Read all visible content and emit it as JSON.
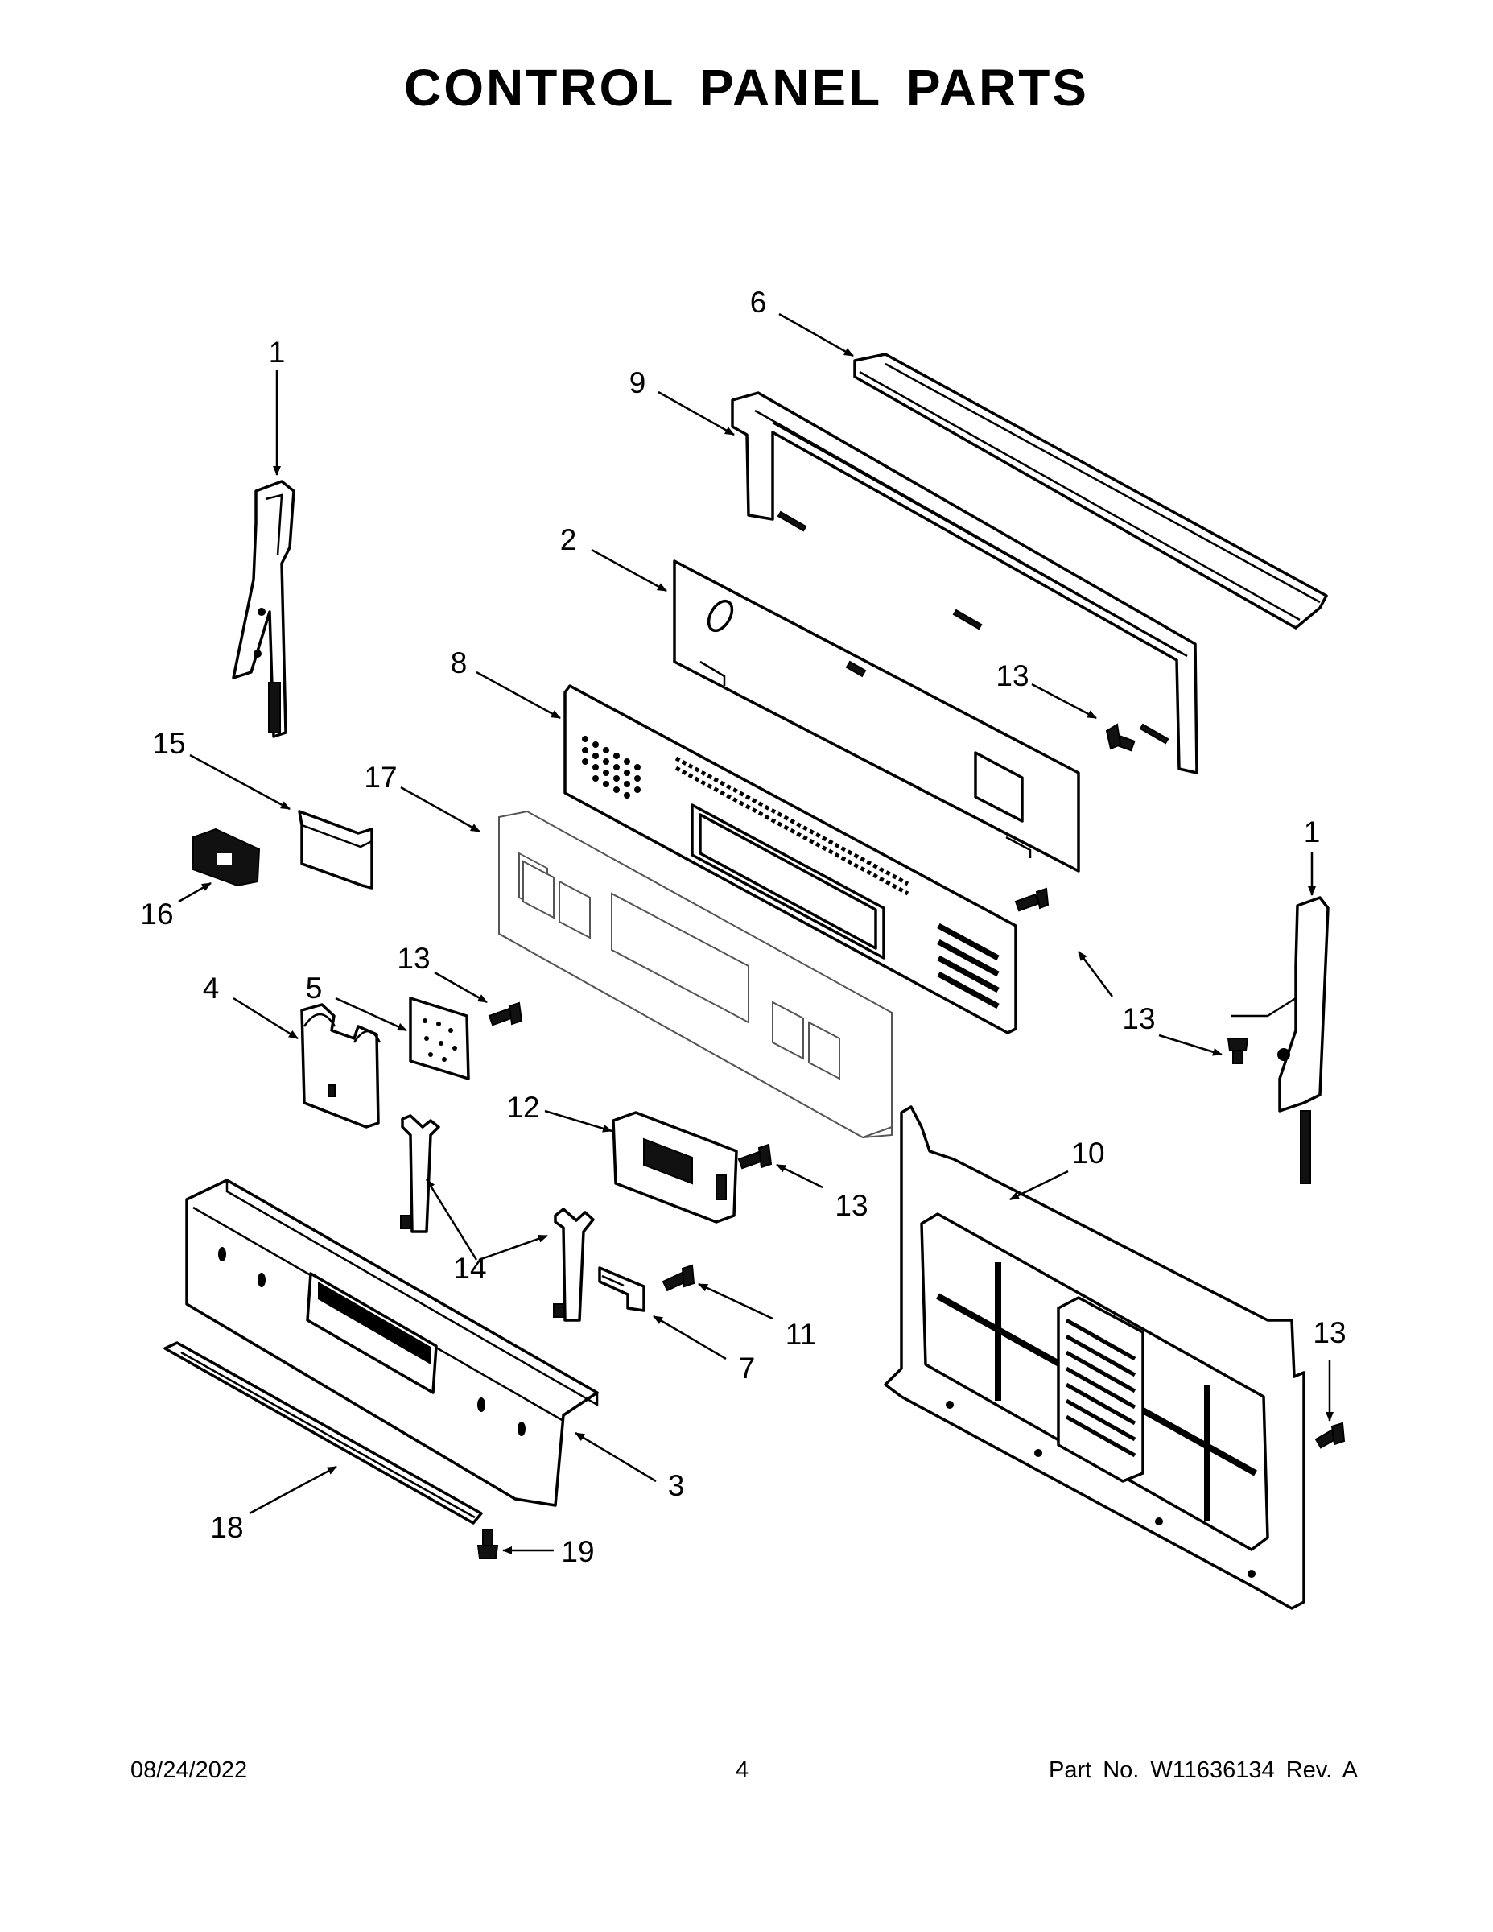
{
  "page": {
    "title": "CONTROL PANEL PARTS",
    "footer": {
      "date": "08/24/2022",
      "page_number": "4",
      "part_info": "Part No.  W11636134  Rev.  A"
    }
  },
  "callouts": [
    "1",
    "9",
    "6",
    "2",
    "8",
    "13",
    "15",
    "17",
    "16",
    "13",
    "5",
    "4",
    "1",
    "13",
    "13",
    "12",
    "10",
    "14",
    "13",
    "11",
    "7",
    "13",
    "3",
    "18",
    "19"
  ]
}
